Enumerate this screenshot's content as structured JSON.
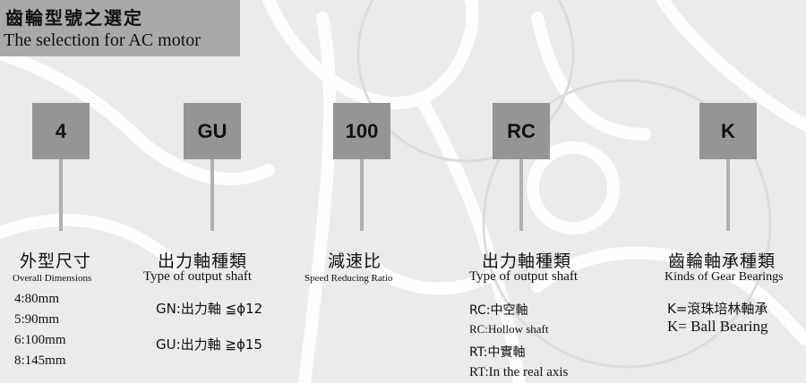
{
  "header": {
    "title_zh": "齒輪型號之選定",
    "title_en": "The selection for AC motor"
  },
  "columns": [
    {
      "code": "4",
      "label_zh": "外型尺寸",
      "label_en": "Overall Dimensions",
      "items": [
        "4:80mm",
        "5:90mm",
        "6:100mm",
        "8:145mm"
      ]
    },
    {
      "code": "GU",
      "label_zh": "出力軸種類",
      "label_en": "Type of output shaft",
      "items": [
        "GN:出力軸 ≦ϕ12",
        "GU:出力軸 ≧ϕ15"
      ]
    },
    {
      "code": "100",
      "label_zh": "減速比",
      "label_en": "Speed Reducing Ratio",
      "items": []
    },
    {
      "code": "RC",
      "label_zh": "出力軸種類",
      "label_en": "Type of output shaft",
      "items": [
        "RC:中空軸",
        "RC:Hollow shaft",
        "RT:中實軸",
        "RT:In the real axis"
      ]
    },
    {
      "code": "K",
      "label_zh": "齒輪軸承種類",
      "label_en": "Kinds of Gear Bearings",
      "items": [
        "K=滾珠培林軸承",
        "K= Ball Bearing"
      ]
    }
  ]
}
